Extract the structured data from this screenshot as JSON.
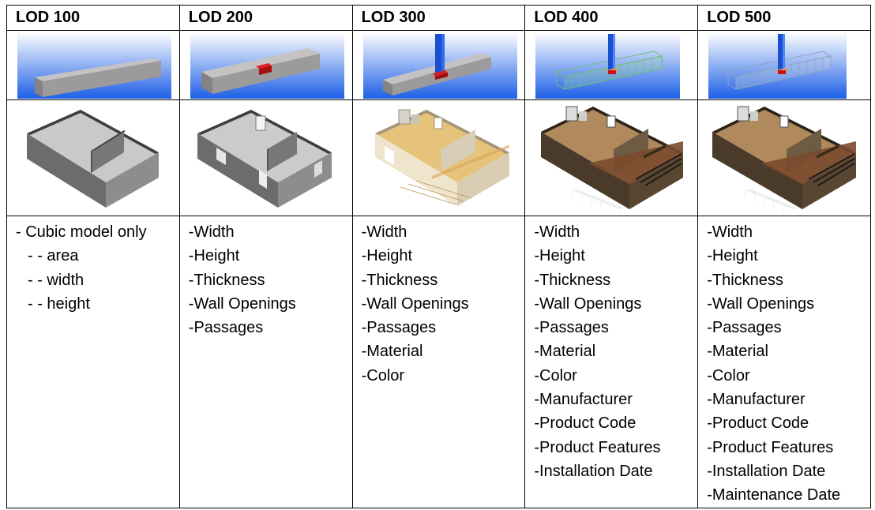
{
  "columns": [
    {
      "title": "LOD 100",
      "properties": [
        {
          "text": "- Cubic model only",
          "indent": false
        },
        {
          "text": "- - area",
          "indent": true
        },
        {
          "text": "- - width",
          "indent": true
        },
        {
          "text": "- - height",
          "indent": true
        }
      ]
    },
    {
      "title": "LOD 200",
      "properties": [
        {
          "text": "-Width"
        },
        {
          "text": "-Height"
        },
        {
          "text": "-Thickness"
        },
        {
          "text": "-Wall Openings"
        },
        {
          "text": "-Passages"
        }
      ]
    },
    {
      "title": "LOD 300",
      "properties": [
        {
          "text": "-Width"
        },
        {
          "text": "-Height"
        },
        {
          "text": "-Thickness"
        },
        {
          "text": "-Wall Openings"
        },
        {
          "text": "-Passages"
        },
        {
          "text": "-Material"
        },
        {
          "text": "-Color"
        }
      ]
    },
    {
      "title": "LOD 400",
      "properties": [
        {
          "text": "-Width"
        },
        {
          "text": "-Height"
        },
        {
          "text": "-Thickness"
        },
        {
          "text": "-Wall Openings"
        },
        {
          "text": "-Passages"
        },
        {
          "text": "-Material"
        },
        {
          "text": "-Color"
        },
        {
          "text": "-Manufacturer"
        },
        {
          "text": "-Product Code"
        },
        {
          "text": "-Product Features"
        },
        {
          "text": "-Installation Date"
        }
      ]
    },
    {
      "title": "LOD 500",
      "properties": [
        {
          "text": "-Width"
        },
        {
          "text": "-Height"
        },
        {
          "text": "-Thickness"
        },
        {
          "text": "-Wall Openings"
        },
        {
          "text": "-Passages"
        },
        {
          "text": "-Material"
        },
        {
          "text": "-Color"
        },
        {
          "text": "-Manufacturer"
        },
        {
          "text": "-Product Code"
        },
        {
          "text": "-Product Features"
        },
        {
          "text": "-Installation Date"
        },
        {
          "text": "-Maintenance Date"
        }
      ]
    }
  ],
  "colors": {
    "sky_top": "#ffffff",
    "sky_bottom": "#1d5fe6",
    "beam": "#a9a6a8",
    "accent_red": "#c81414",
    "column_blue": "#1a4fd0",
    "wire_green": "#6fbf7a"
  }
}
